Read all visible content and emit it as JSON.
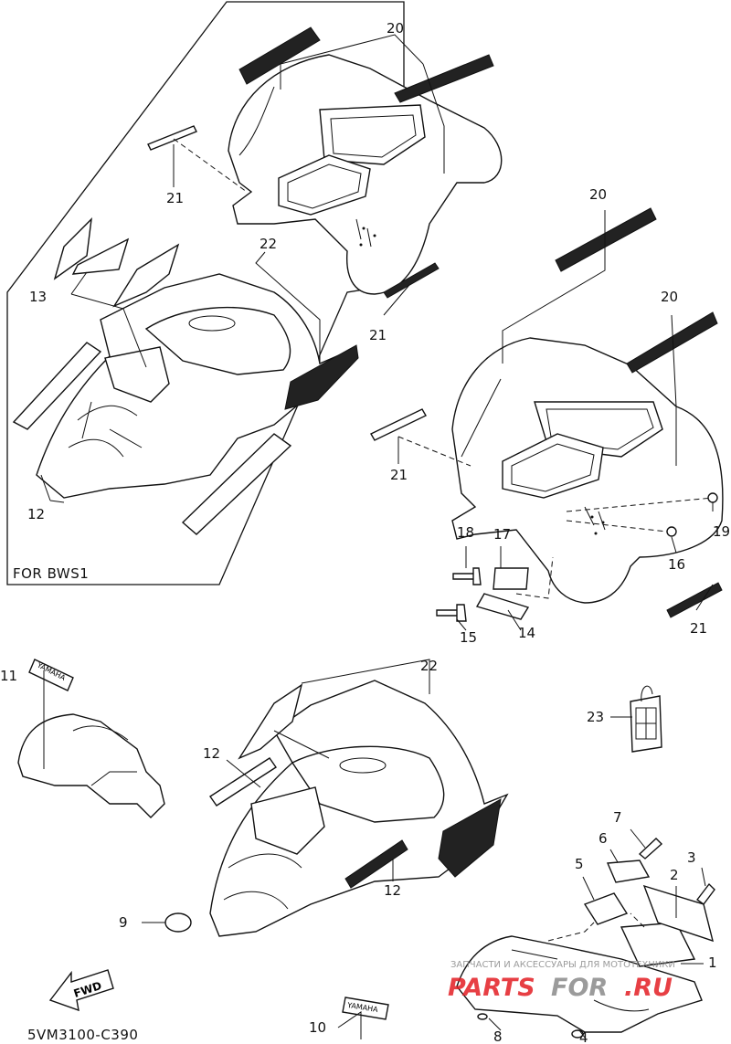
{
  "diagram": {
    "callouts": [
      {
        "id": "c20a",
        "text": "20"
      },
      {
        "id": "c21a",
        "text": "21"
      },
      {
        "id": "c22a",
        "text": "22"
      },
      {
        "id": "c13",
        "text": "13"
      },
      {
        "id": "c21b",
        "text": "21"
      },
      {
        "id": "c12a",
        "text": "12"
      },
      {
        "id": "c20b",
        "text": "20"
      },
      {
        "id": "c20c",
        "text": "20"
      },
      {
        "id": "c21c",
        "text": "21"
      },
      {
        "id": "c18",
        "text": "18"
      },
      {
        "id": "c17",
        "text": "17"
      },
      {
        "id": "c16",
        "text": "16"
      },
      {
        "id": "c19",
        "text": "19"
      },
      {
        "id": "c15",
        "text": "15"
      },
      {
        "id": "c14",
        "text": "14"
      },
      {
        "id": "c21d",
        "text": "21"
      },
      {
        "id": "c11",
        "text": "11"
      },
      {
        "id": "c22b",
        "text": "22"
      },
      {
        "id": "c23",
        "text": "23"
      },
      {
        "id": "c12b",
        "text": "12"
      },
      {
        "id": "c12c",
        "text": "12"
      },
      {
        "id": "c7",
        "text": "7"
      },
      {
        "id": "c6",
        "text": "6"
      },
      {
        "id": "c3",
        "text": "3"
      },
      {
        "id": "c5",
        "text": "5"
      },
      {
        "id": "c2",
        "text": "2"
      },
      {
        "id": "c9",
        "text": "9"
      },
      {
        "id": "c1",
        "text": "1"
      },
      {
        "id": "c10",
        "text": "10"
      },
      {
        "id": "c8",
        "text": "8"
      },
      {
        "id": "c4",
        "text": "4"
      }
    ],
    "variant_label": "FOR BWS1",
    "fwd_label": "FWD",
    "decal_brand": "YAMAHA",
    "diagram_code": "5VM3100-C390"
  },
  "watermark": {
    "tagline": "ЗАПЧАСТИ И АКСЕССУАРЫ ДЛЯ МОТОТЕХНИКИ",
    "brand_a": "PARTS",
    "brand_b": "FOR",
    "brand_c": ".RU",
    "colors": {
      "accent": "#e31e24",
      "muted": "#8a8a8a"
    }
  }
}
